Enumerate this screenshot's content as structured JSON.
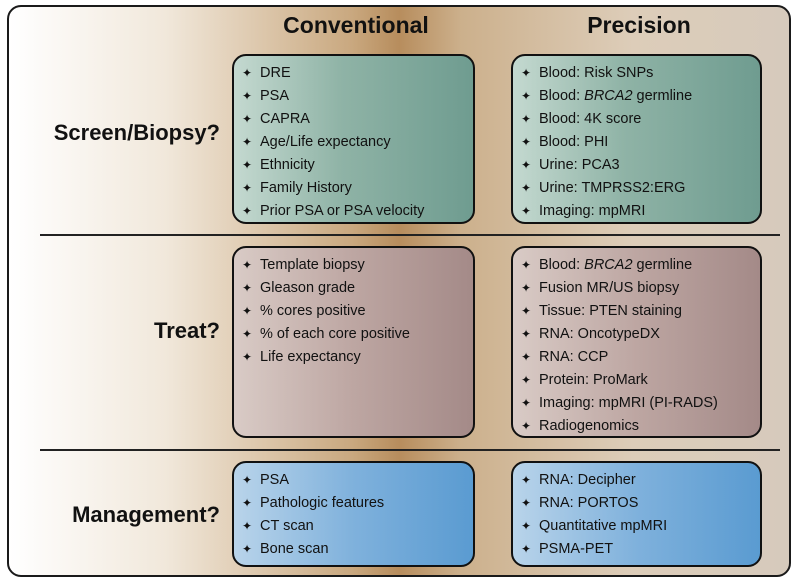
{
  "columns": {
    "conventional": "Conventional",
    "precision": "Precision"
  },
  "rows": {
    "screen": {
      "label": "Screen/Biopsy?",
      "conventional": [
        "DRE",
        "PSA",
        "CAPRA",
        "Age/Life expectancy",
        "Ethnicity",
        "Family History",
        "Prior PSA or PSA velocity"
      ],
      "precision": [
        "Blood: Risk SNPs",
        "Blood: BRCA2 germline",
        "Blood: 4K score",
        "Blood: PHI",
        "Urine: PCA3",
        "Urine: TMPRSS2:ERG",
        "Imaging: mpMRI"
      ]
    },
    "treat": {
      "label": "Treat?",
      "conventional": [
        "Template biopsy",
        "Gleason grade",
        "% cores positive",
        "% of each core positive",
        "Life expectancy"
      ],
      "precision": [
        "Blood: BRCA2 germline",
        "Fusion MR/US biopsy",
        "Tissue: PTEN staining",
        "RNA: OncotypeDX",
        "RNA: CCP",
        "Protein: ProMark",
        "Imaging: mpMRI (PI-RADS)",
        "Radiogenomics"
      ]
    },
    "management": {
      "label": "Management?",
      "conventional": [
        "PSA",
        "Pathologic features",
        "CT scan",
        "Bone scan"
      ],
      "precision": [
        "RNA: Decipher",
        "RNA: PORTOS",
        "Quantitative mpMRI",
        "PSMA-PET"
      ]
    }
  },
  "bullet_symbol": "✦",
  "colors": {
    "screen_box": "#8fb3a6",
    "treat_box": "#bda6a2",
    "management_box": "#7fb1dc",
    "background_center": "#b78d5d"
  }
}
